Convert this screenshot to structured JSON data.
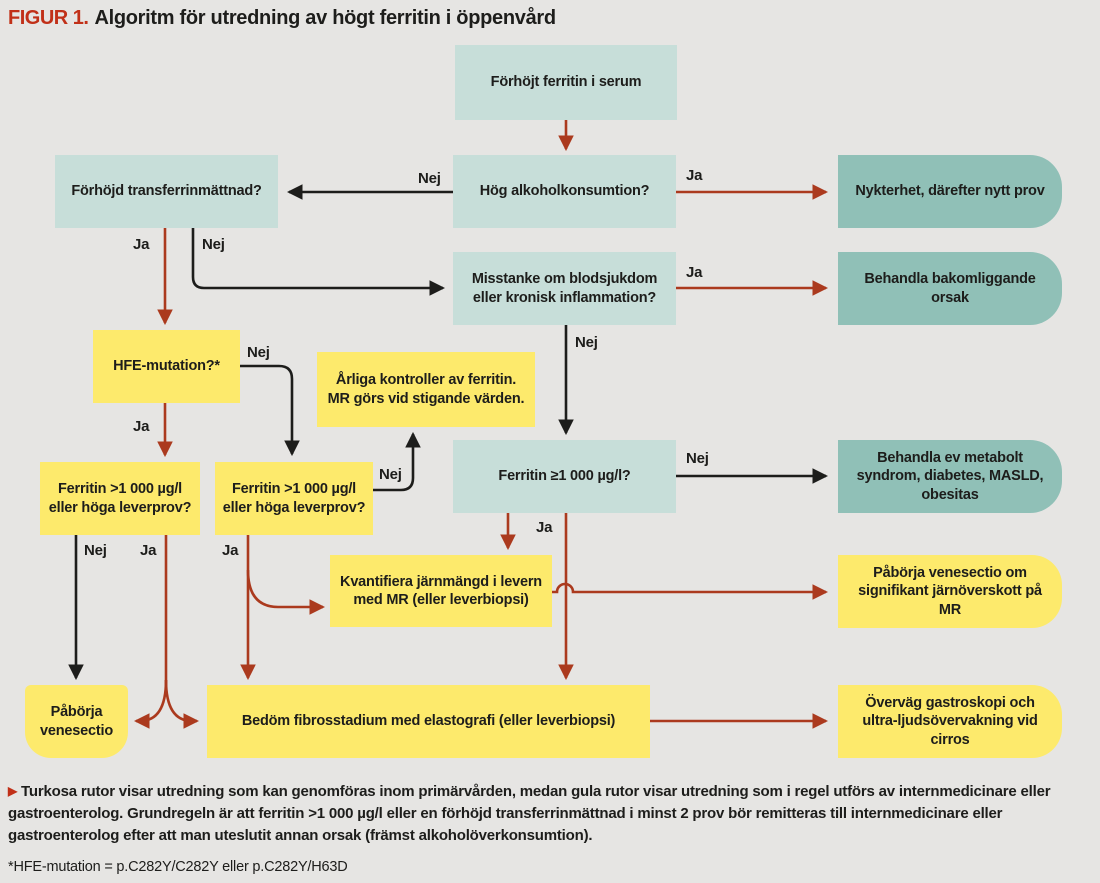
{
  "title": {
    "figure_label": "FIGUR 1.",
    "text": "Algoritm för utredning av högt ferritin i öppenvård"
  },
  "edge_labels": {
    "ja": "Ja",
    "nej": "Nej"
  },
  "nodes": {
    "forhojt_ferritin": "Förhöjt ferritin i serum",
    "transferrin": "Förhöjd transferrinmättnad?",
    "alkohol": "Hög alkoholkonsumtion?",
    "nykterhet": "Nykterhet, därefter nytt prov",
    "misstanke": "Misstanke om blodsjukdom eller kronisk inflammation?",
    "behandla_bakomliggande": "Behandla bakomliggande orsak",
    "hfe": "HFE-mutation?*",
    "arliga": "Årliga kontroller av ferritin. MR görs vid stigande värden.",
    "ferritin1": "Ferritin >1 000 µg/l eller höga leverprov?",
    "ferritin2": "Ferritin >1 000 µg/l eller höga leverprov?",
    "ferritin_ge": "Ferritin ≥1 000 µg/l?",
    "behandla_metabolt": "Behandla ev metabolt syndrom, diabetes, MASLD, obesitas",
    "kvantifiera": "Kvantifiera järnmängd i levern med MR (eller leverbiopsi)",
    "paborja_om": "Påbörja venesectio om signifikant järnöverskott på MR",
    "paborja": "Påbörja venesectio",
    "bedom": "Bedöm fibrosstadium med elastografi (eller leverbiopsi)",
    "overvag": "Överväg gastroskopi och ultra-ljudsövervakning vid cirros"
  },
  "footer": {
    "bullet": "▶",
    "note": "Turkosa rutor visar utredning som kan genomföras inom primärvården, medan gula rutor visar utredning som i regel utförs av internmedicinare eller gastroenterolog. Grundregeln är att ferritin >1 000 µg/l eller en förhöjd transferrinmättnad i minst 2 prov bör remitteras till internmedicinare eller gastroenterolog efter att man uteslutit annan orsak (främst alkoholöverkonsumtion).",
    "footnote": "*HFE-mutation = p.C282Y/C282Y eller p.C282Y/H63D"
  },
  "colors": {
    "background": "#e6e5e3",
    "teal_light": "#c7ded9",
    "teal_dark": "#90c0b7",
    "yellow": "#fdea6c",
    "red_arrow": "#ab3a1e",
    "black_arrow": "#1d1d1b",
    "title_red": "#c13018"
  }
}
